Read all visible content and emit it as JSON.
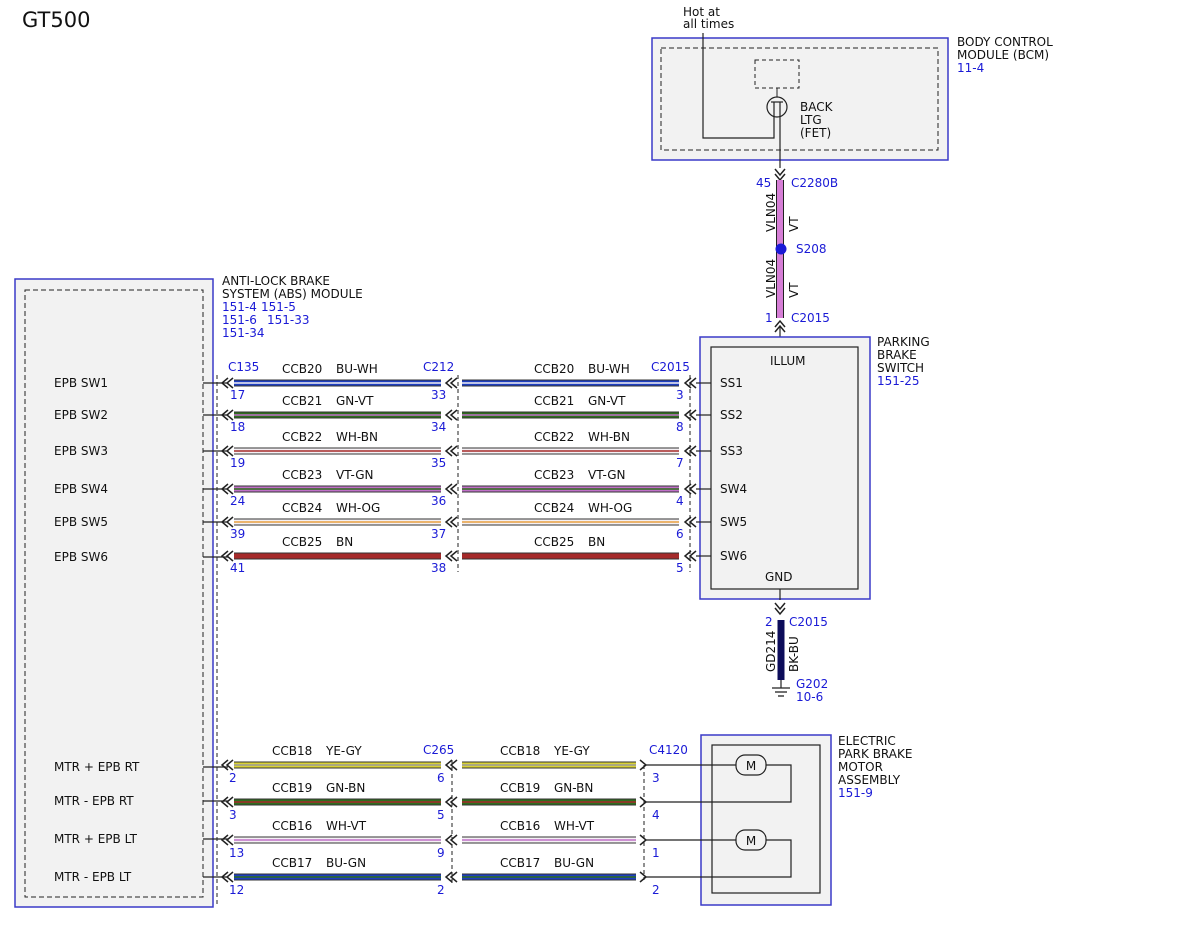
{
  "title": "GT500",
  "colors": {
    "outline": "#3a3ac8",
    "ref": "#1a1ad6",
    "BU": "#1e3fc0",
    "GN": "#2f6e1e",
    "WH": "#f4f0f4",
    "VT": "#c070c8",
    "YE": "#d9d236",
    "BN": "#a52a2a",
    "OG": "#e8a040",
    "GY": "#9a9a9a",
    "BK": "#1a1a1a"
  },
  "bcm": {
    "name_line1": "BODY CONTROL",
    "name_line2": "MODULE (BCM)",
    "ref": "11-4",
    "hot_line1": "Hot at",
    "hot_line2": "all times",
    "fet_line1": "BACK",
    "fet_line2": "LTG",
    "fet_line3": "(FET)",
    "pin": "45",
    "connector": "C2280B"
  },
  "power_circuit": {
    "circuit": "VLN04",
    "color": "VT",
    "splice": "S208"
  },
  "abs": {
    "name_line1": "ANTI-LOCK BRAKE",
    "name_line2": "SYSTEM (ABS) MODULE",
    "ref_line1a": "151-4",
    "ref_line1b": "151-5",
    "ref_line2a": "151-6",
    "ref_line2b": "151-33",
    "ref_line3": "151-34",
    "pins": [
      "EPB SW1",
      "EPB SW2",
      "EPB SW3",
      "EPB SW4",
      "EPB SW5",
      "EPB SW6",
      "MTR + EPB RT",
      "MTR - EPB RT",
      "MTR + EPB LT",
      "MTR - EPB LT"
    ]
  },
  "pbs": {
    "name_line1": "PARKING",
    "name_line2": "BRAKE",
    "name_line3": "SWITCH",
    "ref": "151-25",
    "illum": "ILLUM",
    "gnd": "GND",
    "top_pin": "1",
    "top_connector": "C2015",
    "gnd_pin": "2",
    "gnd_connector": "C2015",
    "pins": [
      "SS1",
      "SS2",
      "SS3",
      "SW4",
      "SW5",
      "SW6"
    ]
  },
  "ground": {
    "circuit": "GD214",
    "color": "BK-BU",
    "name": "G202",
    "ref": "10-6"
  },
  "epb_motor": {
    "name_line1": "ELECTRIC",
    "name_line2": "PARK BRAKE",
    "name_line3": "MOTOR",
    "name_line4": "ASSEMBLY",
    "ref": "151-9",
    "motor_symbol": "M"
  },
  "switch_wires": {
    "c_left": "C135",
    "c_mid": "C212",
    "c_right": "C2015",
    "rows": [
      {
        "circuit": "CCB20",
        "color": "BU-WH",
        "p1": "17",
        "p2": "33",
        "p3": "3"
      },
      {
        "circuit": "CCB21",
        "color": "GN-VT",
        "p1": "18",
        "p2": "34",
        "p3": "8"
      },
      {
        "circuit": "CCB22",
        "color": "WH-BN",
        "p1": "19",
        "p2": "35",
        "p3": "7"
      },
      {
        "circuit": "CCB23",
        "color": "VT-GN",
        "p1": "24",
        "p2": "36",
        "p3": "4"
      },
      {
        "circuit": "CCB24",
        "color": "WH-OG",
        "p1": "39",
        "p2": "37",
        "p3": "6"
      },
      {
        "circuit": "CCB25",
        "color": "BN",
        "p1": "41",
        "p2": "38",
        "p3": "5"
      }
    ]
  },
  "motor_wires": {
    "c_mid": "C265",
    "c_right": "C4120",
    "rows": [
      {
        "circuit": "CCB18",
        "color": "YE-GY",
        "p1": "2",
        "p2": "6",
        "p3": "3"
      },
      {
        "circuit": "CCB19",
        "color": "GN-BN",
        "p1": "3",
        "p2": "5",
        "p3": "4"
      },
      {
        "circuit": "CCB16",
        "color": "WH-VT",
        "p1": "13",
        "p2": "9",
        "p3": "1"
      },
      {
        "circuit": "CCB17",
        "color": "BU-GN",
        "p1": "12",
        "p2": "2",
        "p3": "2"
      }
    ]
  }
}
